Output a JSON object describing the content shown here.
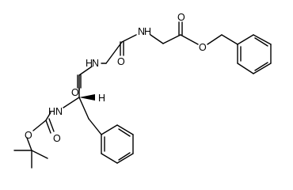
{
  "atoms": {
    "o_gly2_carbonyl": "O",
    "nh_gly2": "N",
    "h_gly2": "H",
    "o_ester_carbonyl": "O",
    "o_ester": "O",
    "nh_gly1": "N",
    "h_gly1": "H",
    "o_phe_carbonyl": "O",
    "nh_boc": "H",
    "n_boc": "N",
    "h_alpha": "H",
    "o_boc_ester": "O",
    "o_boc_carbonyl": "O"
  }
}
